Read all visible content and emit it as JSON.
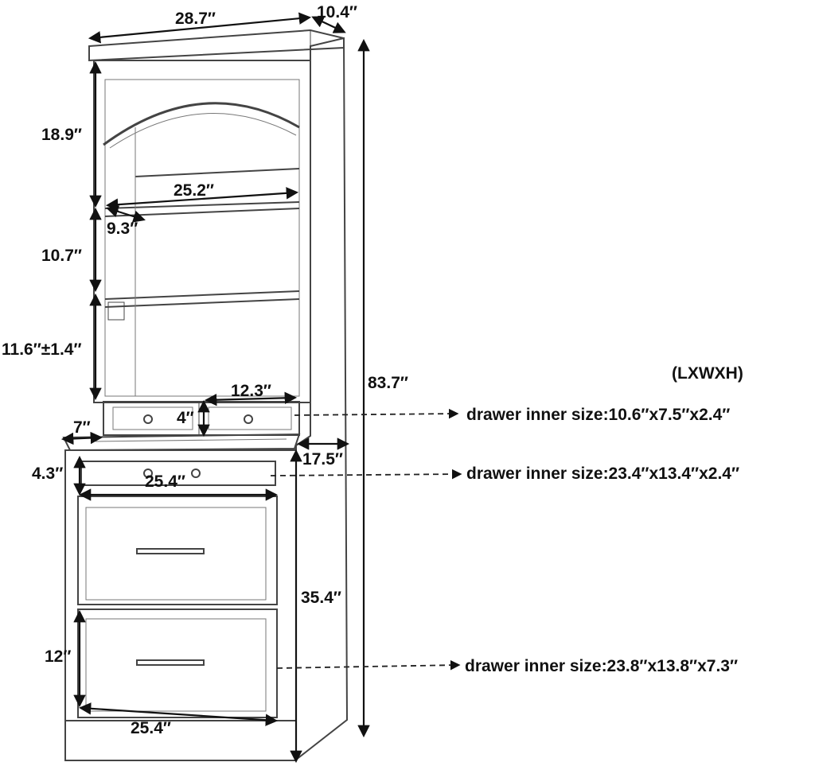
{
  "dimensions": {
    "top_width": "28.7″",
    "top_depth": "10.4″",
    "upper_section_height": "18.9″",
    "shelf_width": "25.2″",
    "shelf_depth": "9.3″",
    "shelf_gap_height": "10.7″",
    "adjustable_shelf_height": "11.6″±1.4″",
    "total_height": "83.7″",
    "small_drawer_width": "12.3″",
    "small_drawer_height": "4″",
    "counter_overhang": "7″",
    "base_depth": "17.5″",
    "middle_drawer_height": "4.3″",
    "middle_drawer_width": "25.4″",
    "base_height": "35.4″",
    "file_drawer_height": "12″",
    "file_drawer_width": "25.4″"
  },
  "legend": "(LXWXH)",
  "drawer_notes": [
    "drawer inner size:10.6″x7.5″x2.4″",
    "drawer inner size:23.4″x13.4″x2.4″",
    "drawer inner size:23.8″x13.8″x7.3″"
  ],
  "colors": {
    "line": "#444444",
    "text": "#111111",
    "background": "#ffffff"
  }
}
